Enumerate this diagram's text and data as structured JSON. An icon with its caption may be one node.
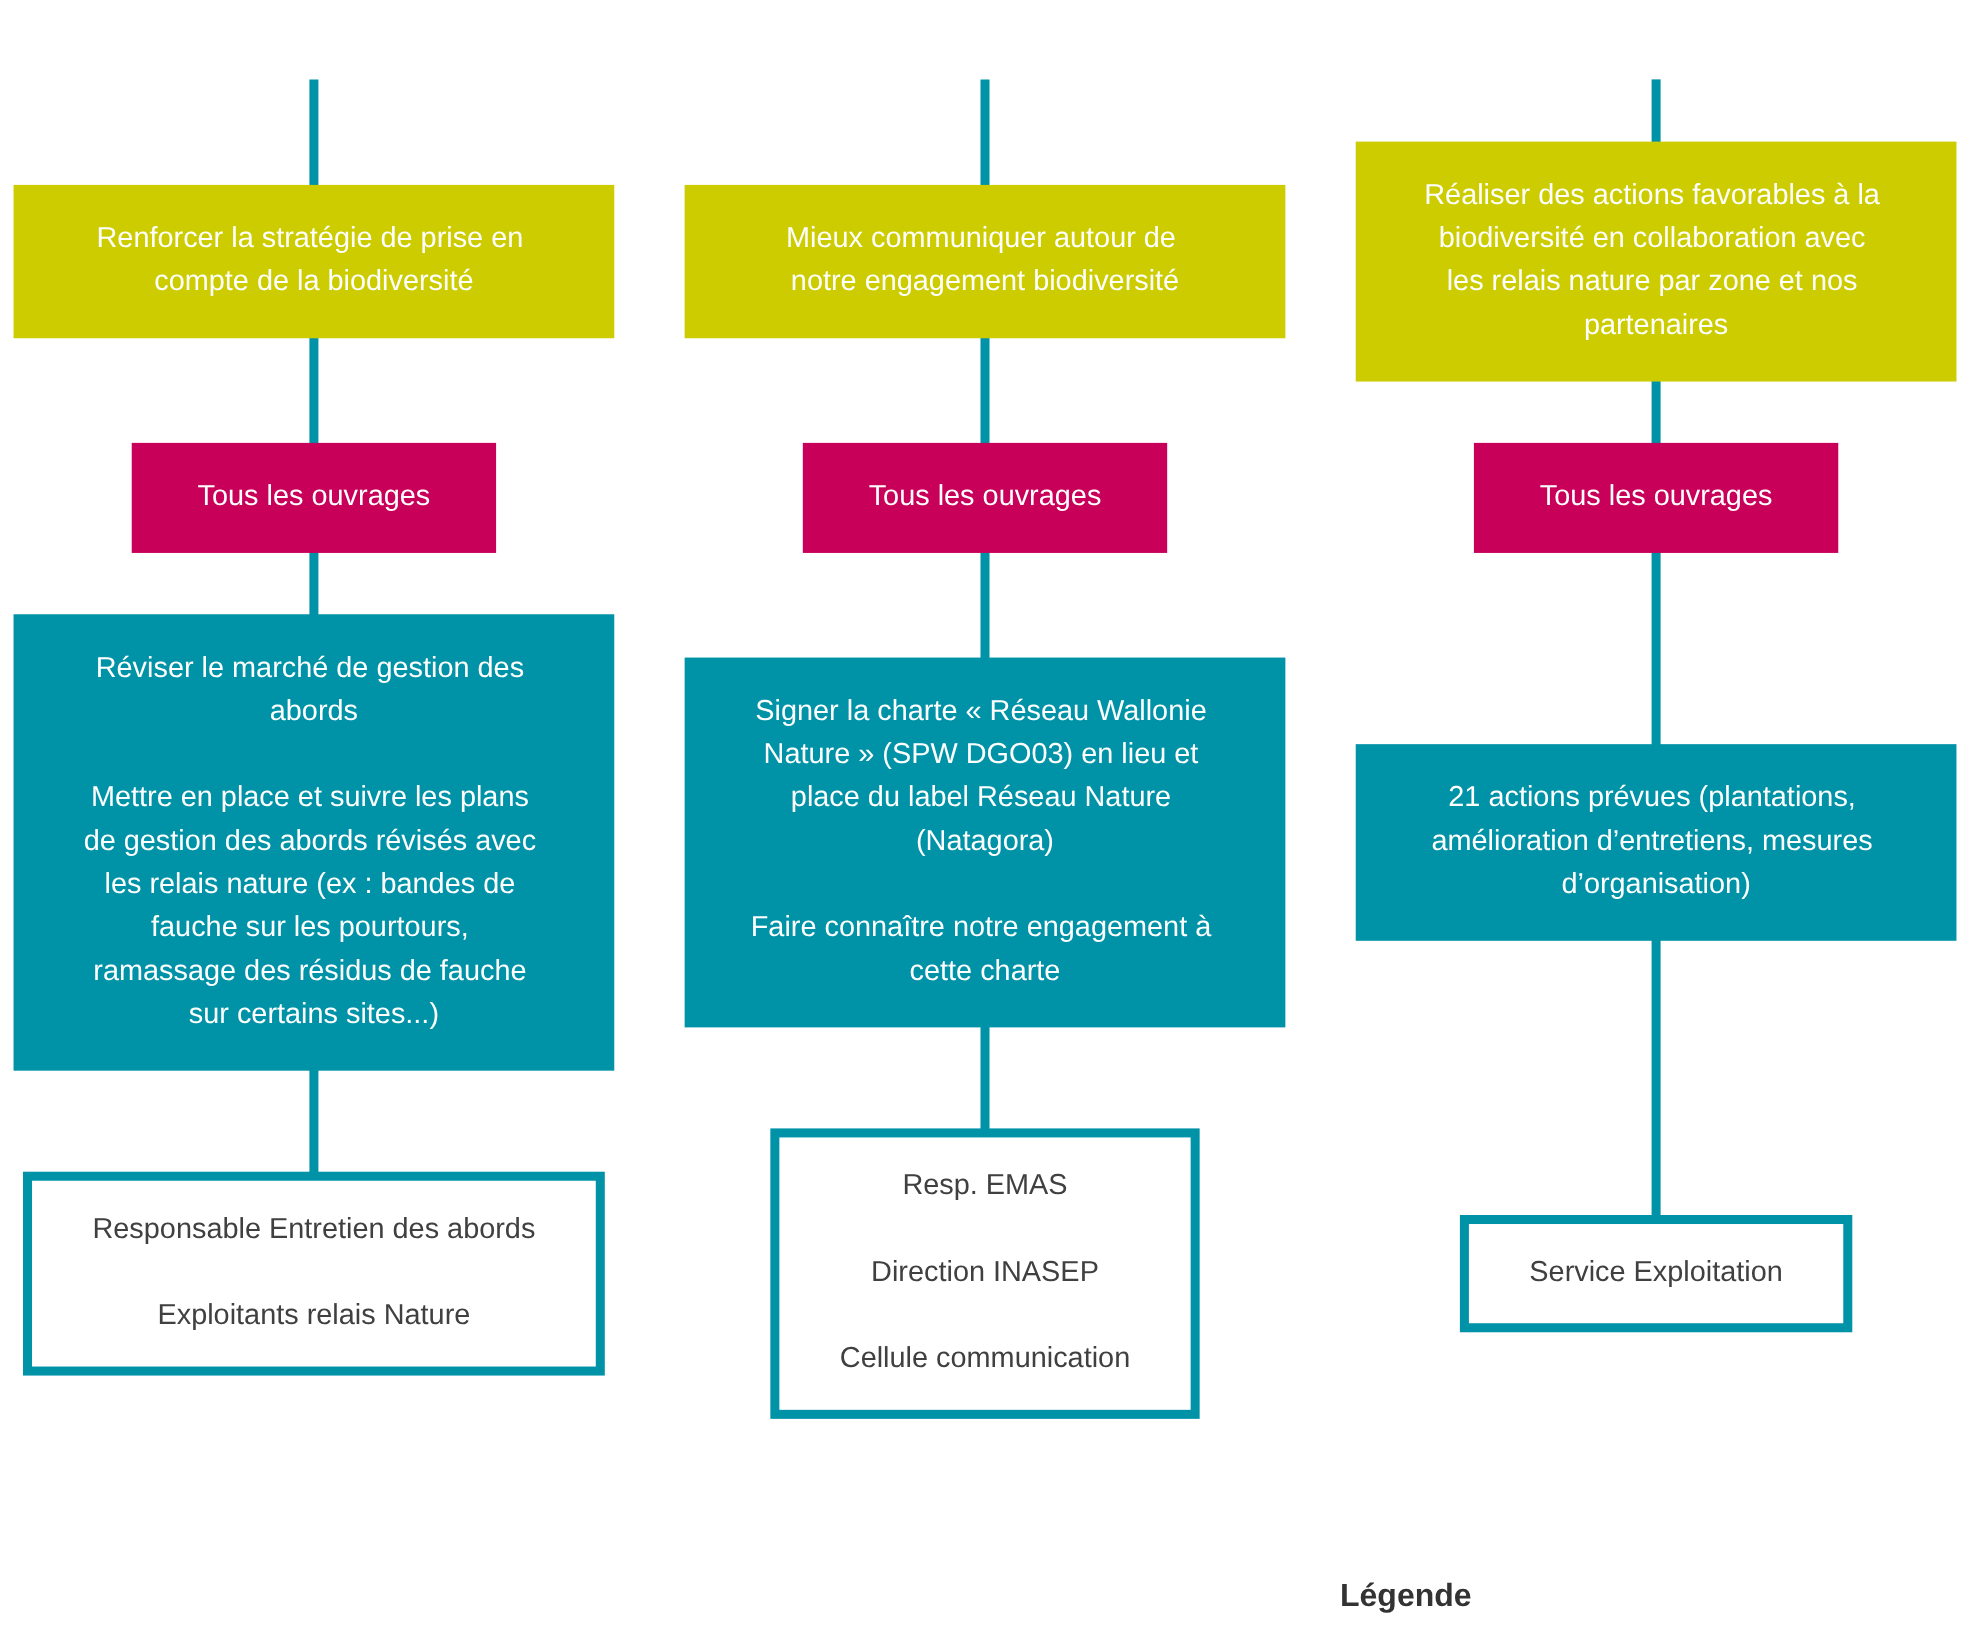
{
  "diagram": {
    "nodes": [
      {
        "text": [
          "Renforcer la stratégie de prise en compte de la biodiversité"
        ]
      },
      {
        "text": [
          "Tous les ouvrages"
        ]
      },
      {
        "text": [
          "Réviser le marché de gestion des abords",
          "Mettre en place et suivre les plans de gestion des abords révisés avec les relais nature (ex : bandes de fauche sur les pourtours, ramassage des résidus de fauche sur certains sites...)"
        ]
      },
      {
        "text": [
          "Responsable Entretien des abords",
          "Exploitants relais Nature"
        ]
      },
      {
        "text": [
          "Mieux communiquer autour de notre engagement biodiversité"
        ]
      },
      {
        "text": [
          "Tous les ouvrages"
        ]
      },
      {
        "text": [
          "Signer la charte « Réseau Wallonie Nature » (SPW DGO03) en lieu et place du label Réseau Nature (Natagora)",
          "Faire connaître notre engagement à cette charte"
        ]
      },
      {
        "text": [
          "Resp. EMAS",
          "Direction INASEP",
          "Cellule communication"
        ]
      },
      {
        "text": [
          "Réaliser des actions favorables à la biodiversité en collaboration avec les relais nature par zone et nos partenaires"
        ]
      },
      {
        "text": [
          "Tous les ouvrages"
        ]
      },
      {
        "text": [
          "21 actions prévues (plantations, amélioration d’entretiens, mesures d’organisation)"
        ]
      },
      {
        "text": [
          "Service Exploitation"
        ]
      }
    ],
    "edges": [
      {
        "from": null,
        "to": 0,
        "arrow": "none"
      },
      {
        "from": 0,
        "to": 1,
        "arrow": "none"
      },
      {
        "from": 1,
        "to": 2,
        "arrow": "none"
      },
      {
        "from": 2,
        "to": 3,
        "arrow": "none"
      },
      {
        "from": null,
        "to": 4,
        "arrow": "none"
      },
      {
        "from": 4,
        "to": 5,
        "arrow": "none"
      },
      {
        "from": 5,
        "to": 6,
        "arrow": "none"
      },
      {
        "from": 6,
        "to": 7,
        "arrow": "none"
      },
      {
        "from": null,
        "to": 8,
        "arrow": "none"
      },
      {
        "from": 8,
        "to": 9,
        "arrow": "none"
      },
      {
        "from": 9,
        "to": 10,
        "arrow": "none"
      },
      {
        "from": 10,
        "to": 11,
        "arrow": "none"
      }
    ],
    "labels": [
      "Légende"
    ]
  }
}
